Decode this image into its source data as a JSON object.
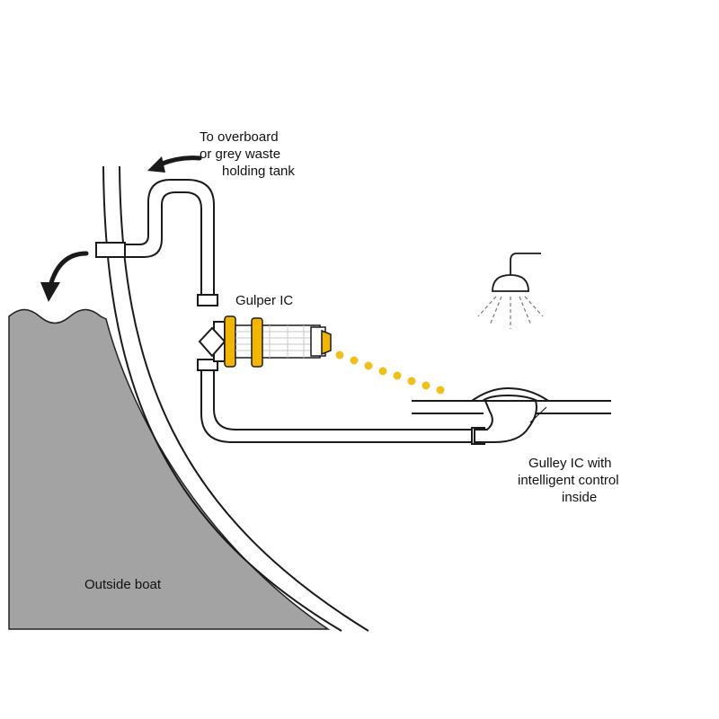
{
  "labels": {
    "overboard_line1": "To overboard",
    "overboard_line2": "or grey waste",
    "overboard_line3": "holding tank",
    "pump": "Gulper IC",
    "gulley_line1": "Gulley IC with",
    "gulley_line2": "intelligent control",
    "gulley_line3": "inside",
    "outside": "Outside boat"
  },
  "colors": {
    "water": "#a3a3a3",
    "line": "#1a1a1a",
    "pump_accent": "#f2b600",
    "droplets": "#efbf1c",
    "background": "#ffffff"
  },
  "icons": {
    "shower": "shower-head-icon",
    "discharge_arrow": "curved-arrow-icon",
    "flow_arrow": "arrow-left-icon"
  }
}
